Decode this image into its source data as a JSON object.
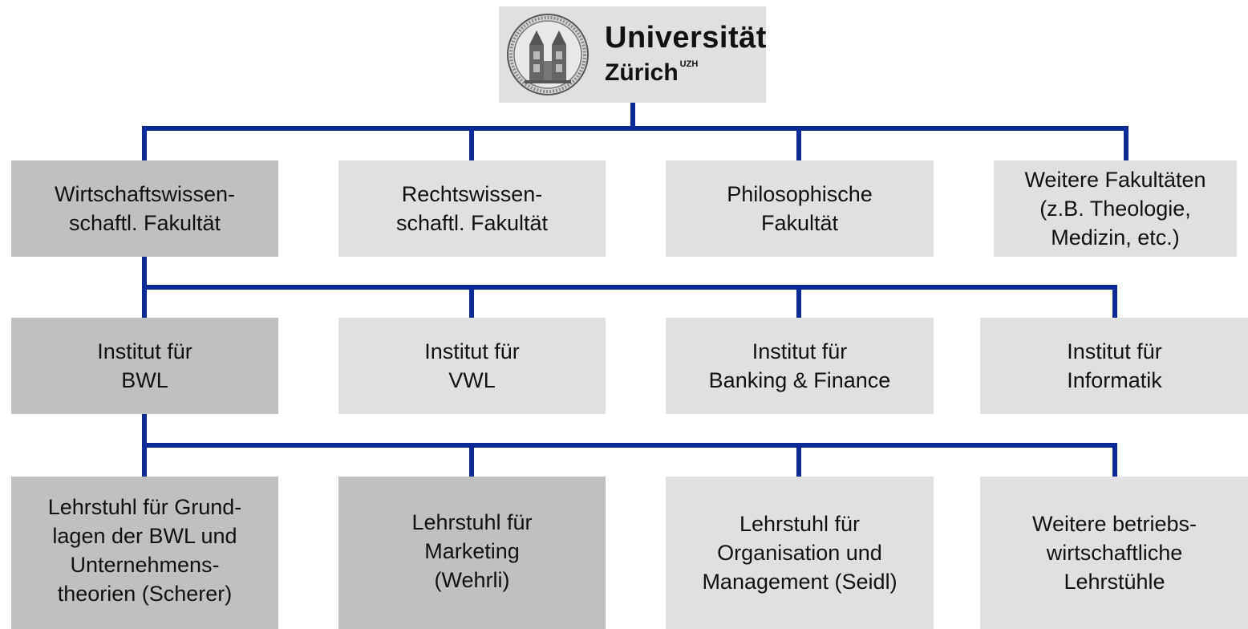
{
  "logo": {
    "line1": "Universität",
    "line2": "Zürich",
    "superscript": "UZH"
  },
  "colors": {
    "connector": "#0a2a96",
    "box_highlight": "#c0c0c0",
    "box_normal": "#e0e0e0"
  },
  "faculties": [
    {
      "label": "Wirtschaftswissen-\nschaftl. Fakultät",
      "highlighted": true
    },
    {
      "label": "Rechtswissen-\nschaftl. Fakultät",
      "highlighted": false
    },
    {
      "label": "Philosophische\nFakultät",
      "highlighted": false
    },
    {
      "label": "Weitere Fakultäten\n(z.B. Theologie,\nMedizin, etc.)",
      "highlighted": false
    }
  ],
  "institutes": [
    {
      "label": "Institut für\nBWL",
      "highlighted": true
    },
    {
      "label": "Institut für\nVWL",
      "highlighted": false
    },
    {
      "label": "Institut für\nBanking & Finance",
      "highlighted": false
    },
    {
      "label": "Institut für\nInformatik",
      "highlighted": false
    }
  ],
  "chairs": [
    {
      "label": "Lehrstuhl für Grund-\nlagen der BWL und\nUnternehmens-\ntheorien (Scherer)",
      "highlighted": true
    },
    {
      "label": "Lehrstuhl für\nMarketing\n(Wehrli)",
      "highlighted": true
    },
    {
      "label": "Lehrstuhl für\nOrganisation und\nManagement (Seidl)",
      "highlighted": false
    },
    {
      "label": "Weitere betriebs-\nwirtschaftliche\nLehrstühle",
      "highlighted": false
    }
  ]
}
